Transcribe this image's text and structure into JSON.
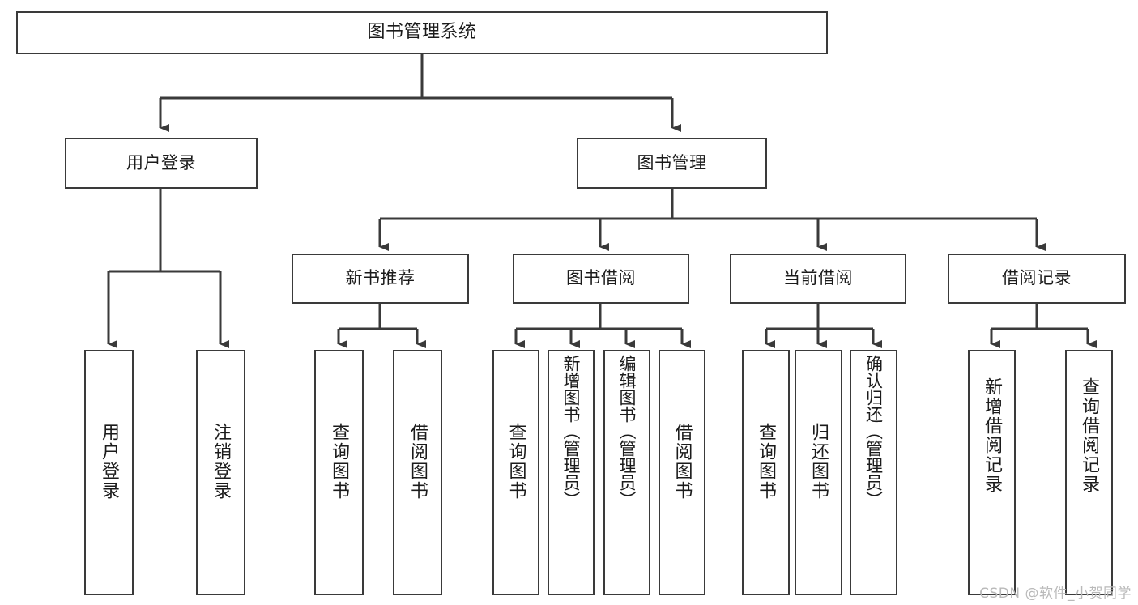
{
  "diagram": {
    "title": "图书管理系统",
    "type": "tree",
    "colors": {
      "background": "#ffffff",
      "node_border": "#3a3a3a",
      "node_fill": "#ffffff",
      "edge": "#3a3a3a",
      "text": "#1b1b1b",
      "watermark": "#b9b9b9"
    },
    "watermark": "CSDN @软件_小贺同学",
    "nodes": {
      "root": {
        "label": "图书管理系统"
      },
      "level1": [
        {
          "id": "user-login",
          "label": "用户登录"
        },
        {
          "id": "book-management",
          "label": "图书管理"
        }
      ],
      "level2": [
        {
          "id": "new-book-recommend",
          "label": "新书推荐"
        },
        {
          "id": "book-borrow",
          "label": "图书借阅"
        },
        {
          "id": "current-borrow",
          "label": "当前借阅"
        },
        {
          "id": "borrow-record",
          "label": "借阅记录"
        }
      ],
      "leaves": {
        "user-login": [
          {
            "id": "leaf-user-login",
            "label": "用户登录"
          },
          {
            "id": "leaf-logout",
            "label": "注销登录"
          }
        ],
        "new-book-recommend": [
          {
            "id": "leaf-query-book-1",
            "label": "查询图书"
          },
          {
            "id": "leaf-borrow-book-1",
            "label": "借阅图书"
          }
        ],
        "book-borrow": [
          {
            "id": "leaf-query-book-2",
            "label": "查询图书"
          },
          {
            "id": "leaf-add-book",
            "label": "新增图书（管理员）"
          },
          {
            "id": "leaf-edit-book",
            "label": "编辑图书（管理员）"
          },
          {
            "id": "leaf-borrow-book-2",
            "label": "借阅图书"
          }
        ],
        "current-borrow": [
          {
            "id": "leaf-query-book-3",
            "label": "查询图书"
          },
          {
            "id": "leaf-return-book",
            "label": "归还图书"
          },
          {
            "id": "leaf-confirm-return",
            "label": "确认归还（管理员）"
          }
        ],
        "borrow-record": [
          {
            "id": "leaf-add-record",
            "label": "新增借阅记录"
          },
          {
            "id": "leaf-query-record",
            "label": "查询借阅记录"
          }
        ]
      }
    }
  }
}
